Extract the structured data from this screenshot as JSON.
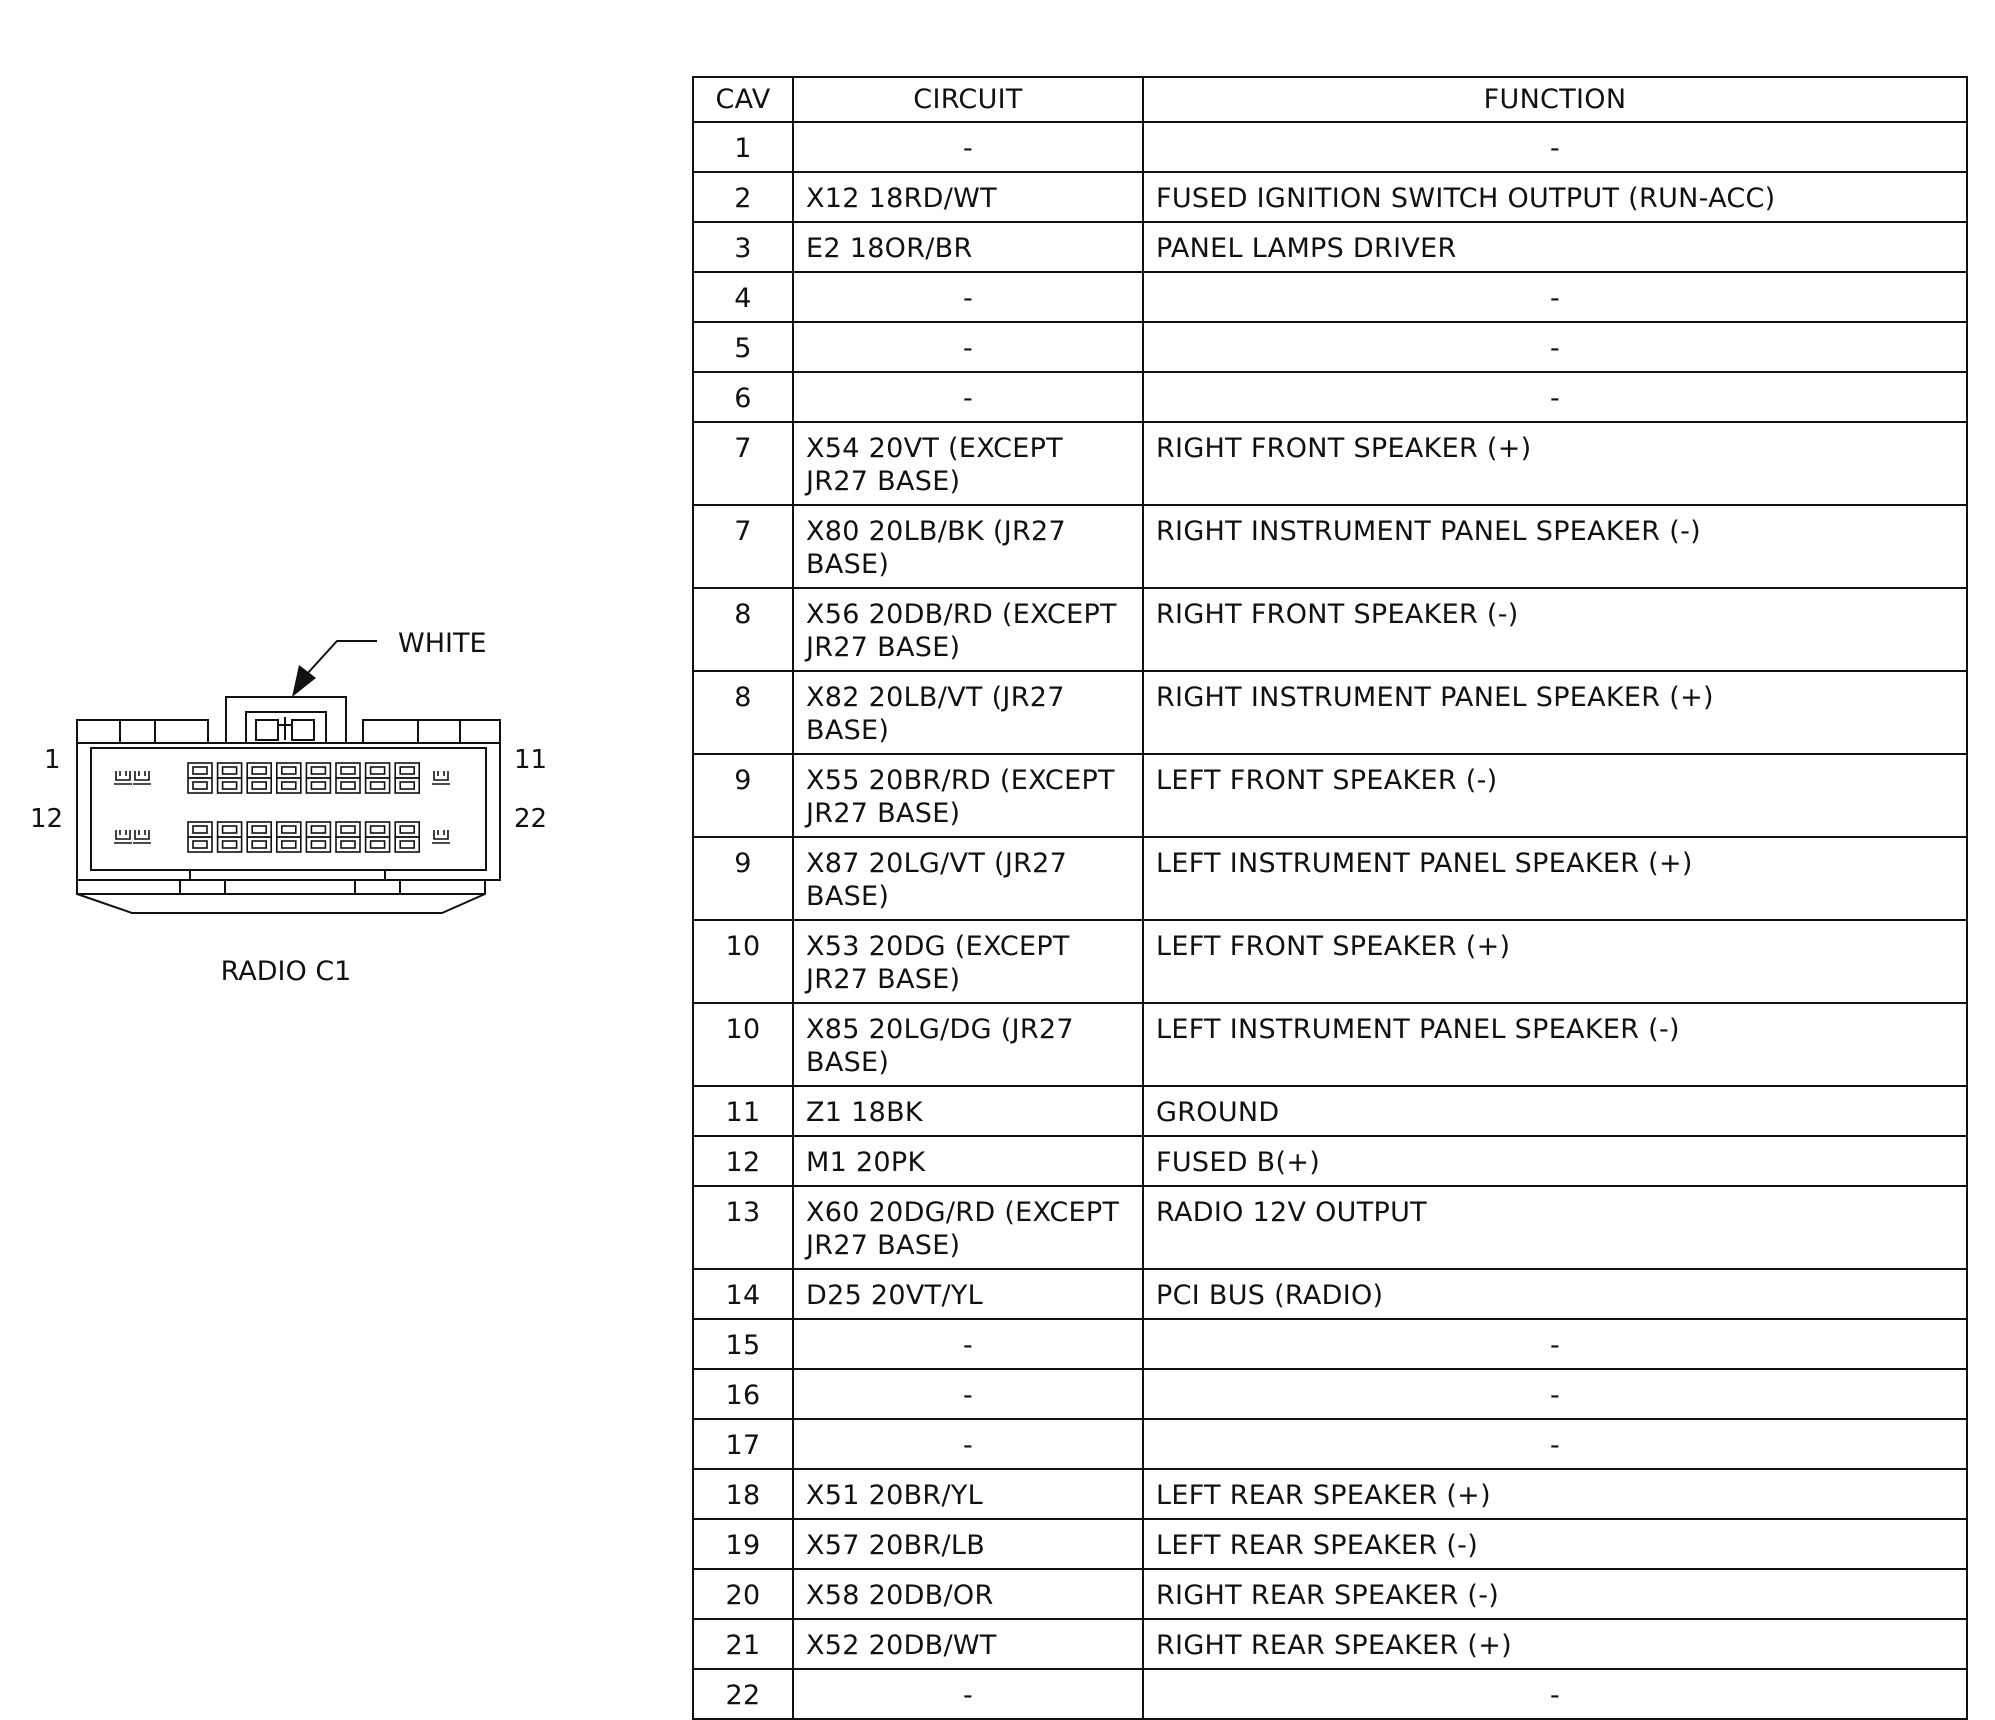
{
  "connector": {
    "name": "RADIO C1",
    "color_label": "WHITE",
    "pin_labels": {
      "top_left": "1",
      "top_right": "11",
      "bottom_left": "12",
      "bottom_right": "22"
    }
  },
  "table": {
    "headers": {
      "cav": "CAV",
      "circuit": "CIRCUIT",
      "function": "FUNCTION"
    },
    "rows": [
      {
        "cav": "1",
        "circuit": "-",
        "function": "-"
      },
      {
        "cav": "2",
        "circuit": "X12 18RD/WT",
        "function": "FUSED IGNITION SWITCH OUTPUT (RUN-ACC)"
      },
      {
        "cav": "3",
        "circuit": "E2 18OR/BR",
        "function": "PANEL LAMPS DRIVER"
      },
      {
        "cav": "4",
        "circuit": "-",
        "function": "-"
      },
      {
        "cav": "5",
        "circuit": "-",
        "function": "-"
      },
      {
        "cav": "6",
        "circuit": "-",
        "function": "-"
      },
      {
        "cav": "7",
        "circuit": "X54 20VT (EXCEPT JR27 BASE)",
        "function": "RIGHT FRONT SPEAKER (+)"
      },
      {
        "cav": "7",
        "circuit": "X80 20LB/BK (JR27 BASE)",
        "function": "RIGHT INSTRUMENT PANEL SPEAKER (-)"
      },
      {
        "cav": "8",
        "circuit": "X56 20DB/RD (EXCEPT JR27 BASE)",
        "function": "RIGHT FRONT SPEAKER (-)"
      },
      {
        "cav": "8",
        "circuit": "X82 20LB/VT (JR27 BASE)",
        "function": "RIGHT INSTRUMENT PANEL SPEAKER (+)"
      },
      {
        "cav": "9",
        "circuit": "X55 20BR/RD (EXCEPT JR27 BASE)",
        "function": "LEFT FRONT SPEAKER (-)"
      },
      {
        "cav": "9",
        "circuit": "X87 20LG/VT (JR27 BASE)",
        "function": "LEFT INSTRUMENT PANEL SPEAKER (+)"
      },
      {
        "cav": "10",
        "circuit": "X53 20DG (EXCEPT JR27 BASE)",
        "function": "LEFT FRONT SPEAKER (+)"
      },
      {
        "cav": "10",
        "circuit": "X85 20LG/DG (JR27 BASE)",
        "function": "LEFT INSTRUMENT PANEL SPEAKER (-)"
      },
      {
        "cav": "11",
        "circuit": "Z1 18BK",
        "function": "GROUND"
      },
      {
        "cav": "12",
        "circuit": "M1 20PK",
        "function": "FUSED B(+)"
      },
      {
        "cav": "13",
        "circuit": "X60 20DG/RD (EXCEPT JR27 BASE)",
        "function": "RADIO 12V OUTPUT"
      },
      {
        "cav": "14",
        "circuit": "D25 20VT/YL",
        "function": "PCI BUS (RADIO)"
      },
      {
        "cav": "15",
        "circuit": "-",
        "function": "-"
      },
      {
        "cav": "16",
        "circuit": "-",
        "function": "-"
      },
      {
        "cav": "17",
        "circuit": "-",
        "function": "-"
      },
      {
        "cav": "18",
        "circuit": "X51 20BR/YL",
        "function": "LEFT REAR SPEAKER (+)"
      },
      {
        "cav": "19",
        "circuit": "X57 20BR/LB",
        "function": "LEFT REAR SPEAKER (-)"
      },
      {
        "cav": "20",
        "circuit": "X58 20DB/OR",
        "function": "RIGHT REAR SPEAKER (-)"
      },
      {
        "cav": "21",
        "circuit": "X52 20DB/WT",
        "function": "RIGHT REAR SPEAKER (+)"
      },
      {
        "cav": "22",
        "circuit": "-",
        "function": "-"
      }
    ]
  }
}
